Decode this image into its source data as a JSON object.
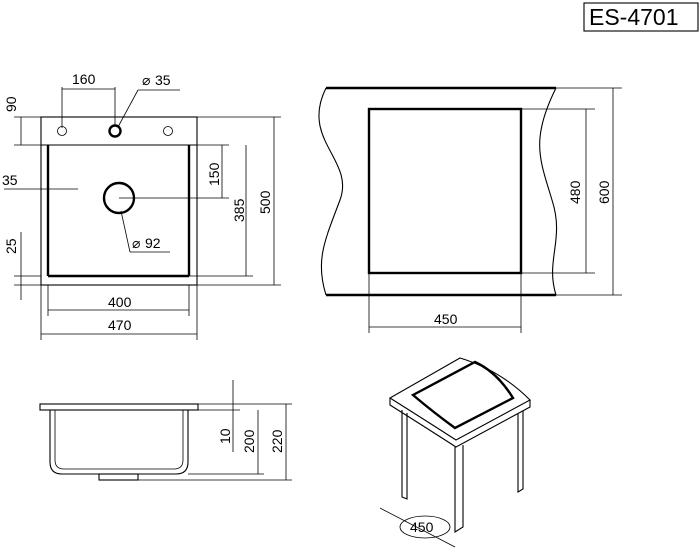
{
  "title": "ES-4701",
  "top_view": {
    "dim_faucet_offset": "160",
    "dim_faucet_hole": "35",
    "dim_top_deck": "90",
    "dim_side_35": "35",
    "dim_drain_offset": "150",
    "dim_bowl_inner": "385",
    "dim_total_depth": "500",
    "dim_bottom_edge": "25",
    "dim_drain_hole": "92",
    "dim_bowl_width": "400",
    "dim_total_width": "470"
  },
  "cutout_view": {
    "dim_cutout_height": "480",
    "dim_cabinet_height": "600",
    "dim_cutout_width": "450"
  },
  "side_view": {
    "dim_rim": "10",
    "dim_bowl_depth": "200",
    "dim_total_height": "220"
  },
  "cabinet_view": {
    "dim_cabinet_width": "450"
  },
  "diameter_symbol": "⌀"
}
